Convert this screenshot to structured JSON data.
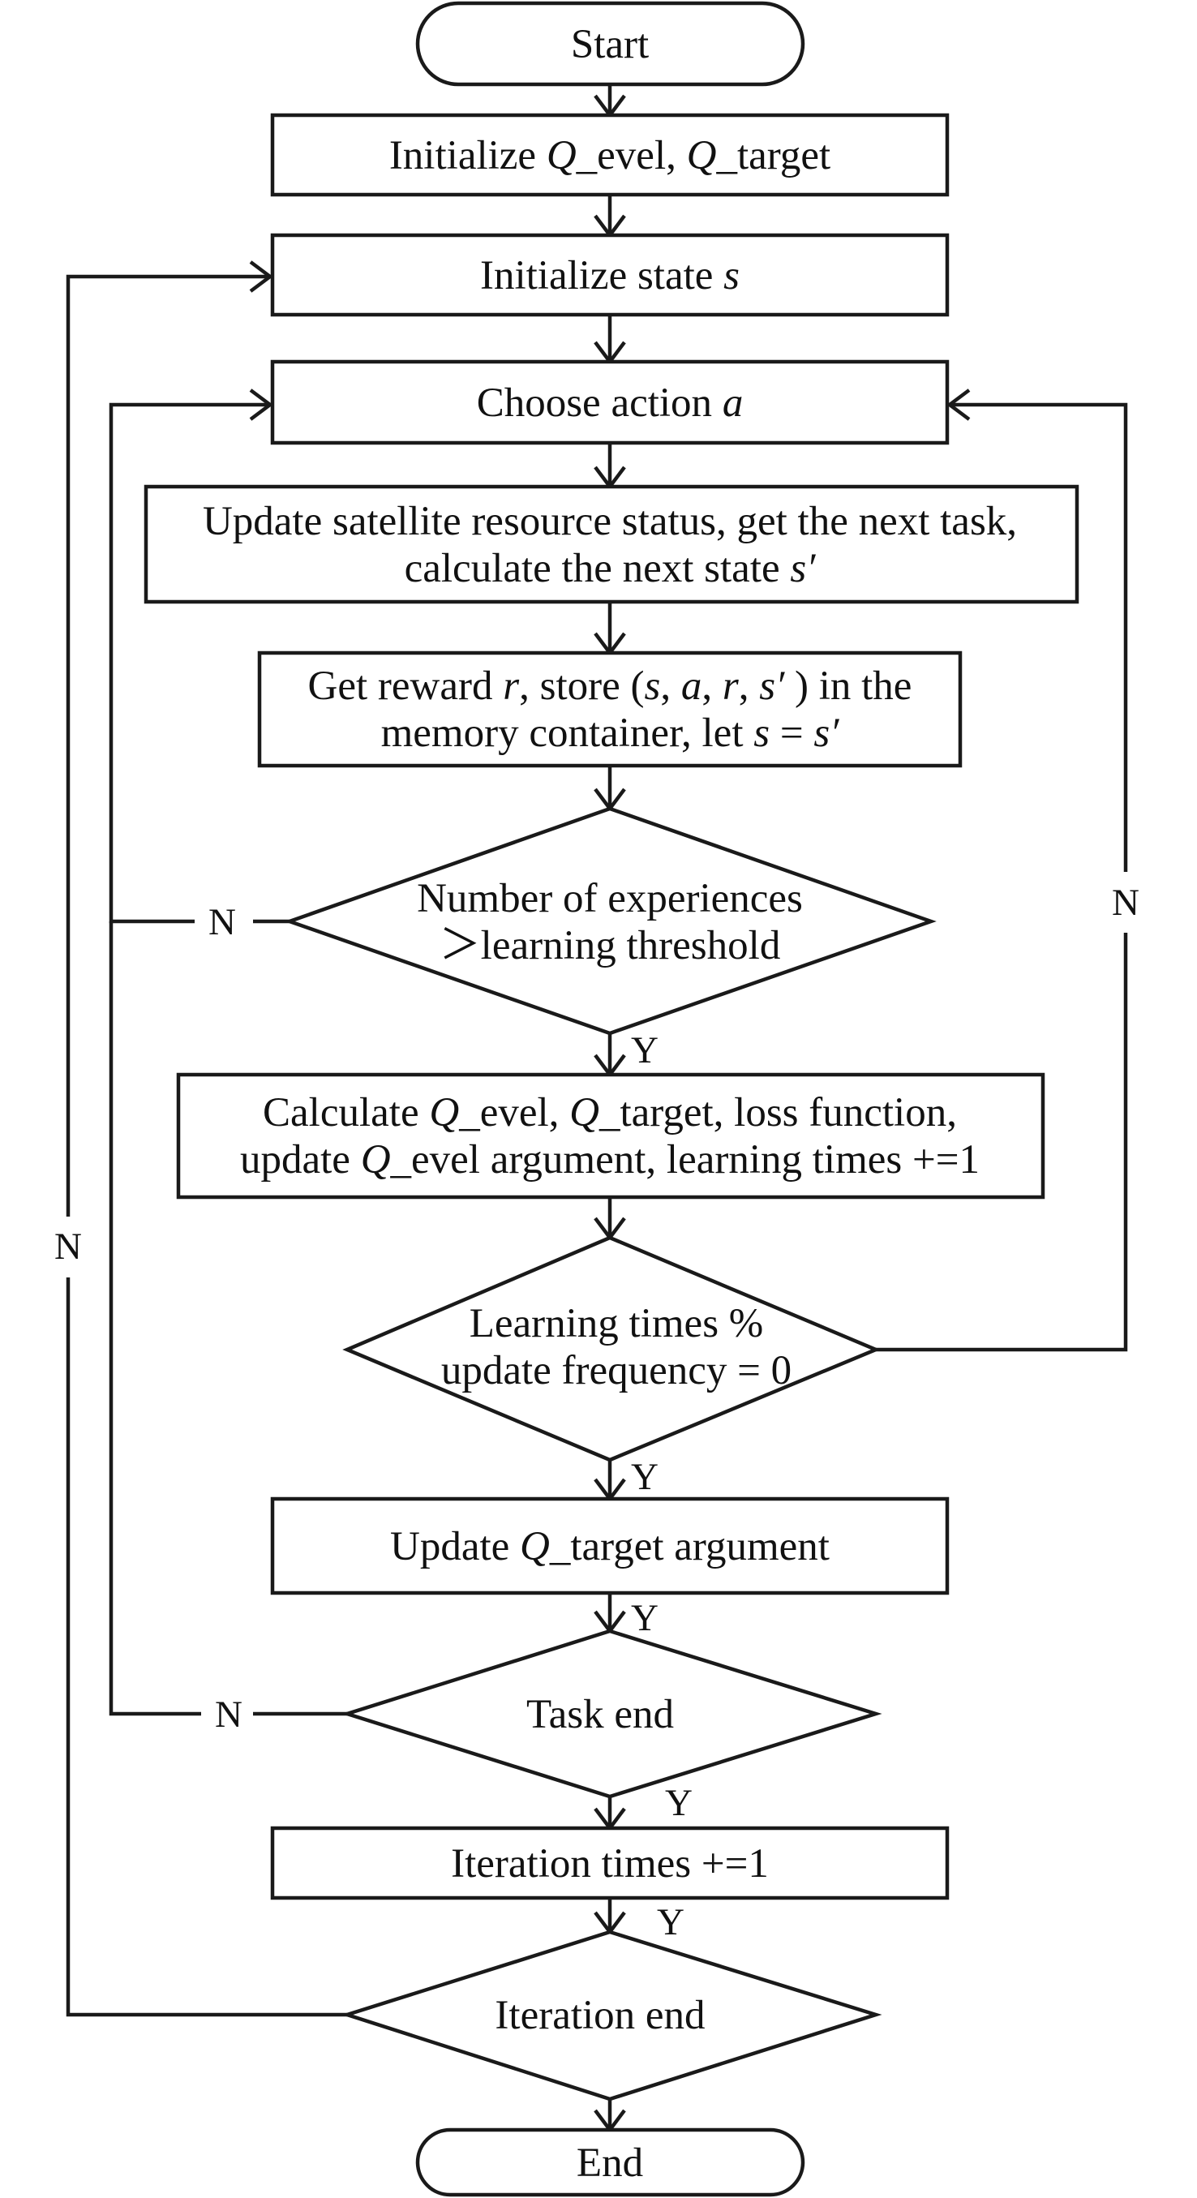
{
  "nodes": {
    "start": {
      "lines": [
        "Start"
      ]
    },
    "init_q": {
      "lines": [
        [
          {
            "t": "Initialize "
          },
          {
            "t": "Q",
            "i": true
          },
          {
            "t": "_evel, "
          },
          {
            "t": "Q",
            "i": true
          },
          {
            "t": "_target"
          }
        ]
      ]
    },
    "init_state": {
      "lines": [
        [
          {
            "t": "Initialize state "
          },
          {
            "t": "s",
            "i": true
          }
        ]
      ]
    },
    "choose_action": {
      "lines": [
        [
          {
            "t": "Choose action "
          },
          {
            "t": "a",
            "i": true
          }
        ]
      ]
    },
    "update_status": {
      "lines": [
        "Update satellite resource status, get the next task,",
        [
          {
            "t": "calculate the next state "
          },
          {
            "t": "s′",
            "i": true
          }
        ]
      ]
    },
    "get_reward": {
      "lines": [
        [
          {
            "t": "Get reward "
          },
          {
            "t": "r",
            "i": true
          },
          {
            "t": ", store ("
          },
          {
            "t": "s",
            "i": true
          },
          {
            "t": ", "
          },
          {
            "t": "a",
            "i": true
          },
          {
            "t": ", "
          },
          {
            "t": "r",
            "i": true
          },
          {
            "t": ", "
          },
          {
            "t": "s′",
            "i": true
          },
          {
            "t": "  ) in the"
          }
        ],
        [
          {
            "t": "memory container, let "
          },
          {
            "t": "s",
            "i": true
          },
          {
            "t": " = "
          },
          {
            "t": "s′",
            "i": true
          }
        ]
      ]
    },
    "check_experience": {
      "lines": [
        "Number of experiences",
        "＞learning threshold"
      ]
    },
    "calculate": {
      "lines": [
        [
          {
            "t": "Calculate "
          },
          {
            "t": "Q",
            "i": true
          },
          {
            "t": "_evel, "
          },
          {
            "t": "Q",
            "i": true
          },
          {
            "t": "_target, loss function,"
          }
        ],
        [
          {
            "t": "update "
          },
          {
            "t": "Q",
            "i": true
          },
          {
            "t": "_evel argument, learning times +=1"
          }
        ]
      ]
    },
    "check_update_freq": {
      "lines": [
        "Learning times %",
        "update frequency = 0"
      ]
    },
    "update_target": {
      "lines": [
        [
          {
            "t": "Update "
          },
          {
            "t": "Q",
            "i": true
          },
          {
            "t": "_target argument"
          }
        ]
      ]
    },
    "task_end": {
      "lines": [
        "Task end"
      ]
    },
    "iteration_inc": {
      "lines": [
        "Iteration times +=1"
      ]
    },
    "iteration_end": {
      "lines": [
        "Iteration end"
      ]
    },
    "end": {
      "lines": [
        "End"
      ]
    }
  },
  "edge_labels": {
    "experience_no": "N",
    "experience_yes": "Y",
    "update_freq_no": "N",
    "update_freq_yes": "Y",
    "target_to_task_yes": "Y",
    "task_end_no": "N",
    "task_end_yes": "Y",
    "iteration_inc_yes": "Y",
    "iteration_end_no": "N"
  }
}
